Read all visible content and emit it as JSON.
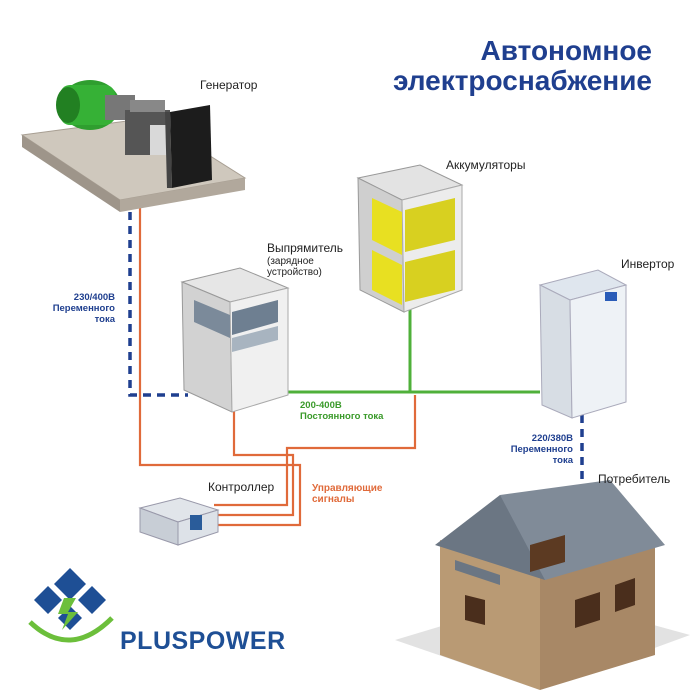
{
  "title": {
    "line1": "Автономное",
    "line2": "электроснабжение"
  },
  "components": {
    "generator": "Генератор",
    "batteries": "Аккумуляторы",
    "rectifier": "Выпрямитель",
    "rectifier_sub1": "(зарядное",
    "rectifier_sub2": "устройство)",
    "inverter": "Инвертор",
    "controller": "Контроллер",
    "consumer": "Потребитель"
  },
  "connections": {
    "generator_ac_voltage": "230/400В",
    "generator_ac_label1": "Переменного",
    "generator_ac_label2": "тока",
    "dc_voltage": "200-400В",
    "dc_label": "Постоянного тока",
    "control_label1": "Управляющие",
    "control_label2": "сигналы",
    "inverter_ac_voltage": "220/380В",
    "inverter_ac_label1": "Переменного",
    "inverter_ac_label2": "тока"
  },
  "colors": {
    "title": "#1f3f8f",
    "ac_line": "#1f3f8f",
    "dc_line": "#4fb03a",
    "signal_line": "#e06a3a",
    "logo_blue": "#1e4f95",
    "logo_green": "#6cbf3b"
  },
  "logo": {
    "text": "PLUSPOWER"
  }
}
